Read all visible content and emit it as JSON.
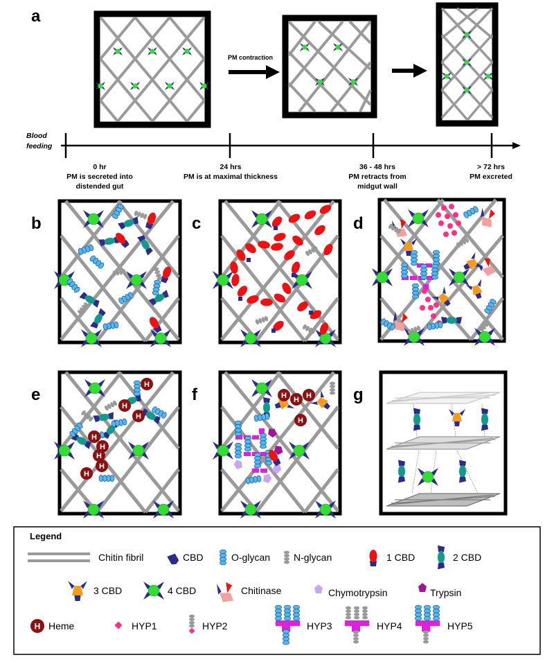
{
  "panel_labels": {
    "a": "a",
    "b": "b",
    "c": "c",
    "d": "d",
    "e": "e",
    "f": "f",
    "g": "g"
  },
  "arrow_label": "PM contraction",
  "blood_feeding": [
    "Blood",
    "feeding"
  ],
  "timeline": [
    {
      "time": "0 hr",
      "lines": [
        "PM is secreted into",
        "distended gut"
      ]
    },
    {
      "time": "24 hrs",
      "lines": [
        "PM is at maximal thickness"
      ]
    },
    {
      "time": "36 - 48 hrs",
      "lines": [
        "PM retracts from",
        "midgut wall"
      ]
    },
    {
      "time": "> 72 hrs",
      "lines": [
        "PM excreted"
      ]
    }
  ],
  "legend": {
    "title": "Legend",
    "items": {
      "chitin_fibril": "Chitin fibril",
      "cbd": "CBD",
      "o_glycan": "O-glycan",
      "n_glycan": "N-glycan",
      "cbd1": "1 CBD",
      "cbd2": "2 CBD",
      "cbd3": "3 CBD",
      "cbd4": "4 CBD",
      "chitinase": "Chitinase",
      "chymotrypsin": "Chymotrypsin",
      "trypsin": "Trypsin",
      "heme": "Heme",
      "heme_letter": "H",
      "hyp1": "HYP1",
      "hyp2": "HYP2",
      "hyp3": "HYP3",
      "hyp4": "HYP4",
      "hyp5": "HYP5"
    }
  },
  "colors": {
    "fibril": "#999999",
    "cbd": "#2b2b8c",
    "node": "#33dd33",
    "one_cbd": "#ee1111",
    "two_cbd": "#149a8c",
    "three_cbd": "#f59a1a",
    "o_glycan": "#55b8f0",
    "n_glycan": "#999999",
    "chitinase": "#f4a0a0",
    "chymotrypsin": "#c9a6f2",
    "trypsin": "#a0149a",
    "heme": "#8b1010",
    "hyp": "#ff2f8a",
    "hyp_backbone": "#dd22dd"
  }
}
